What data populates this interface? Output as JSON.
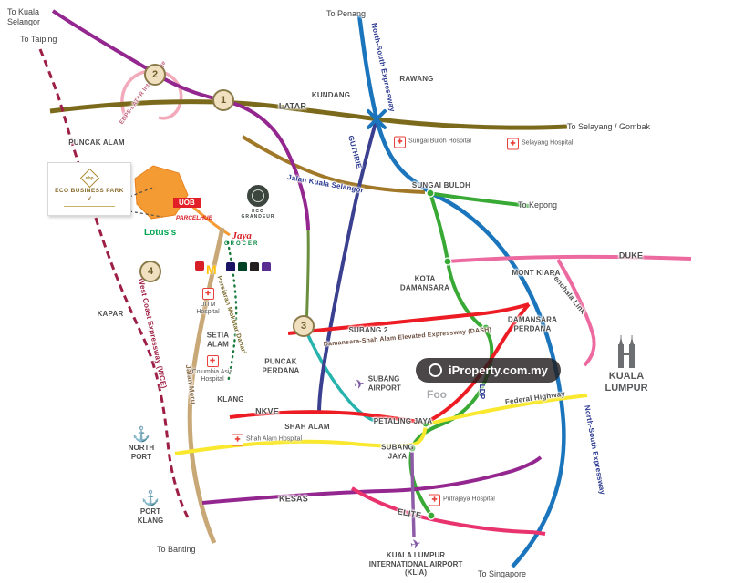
{
  "watermark": {
    "brand": "iProperty.com.my",
    "foo": "Foo"
  },
  "edges": {
    "kuala_selangor": "To Kuala Selangor",
    "taiping": "To Taiping",
    "penang": "To Penang",
    "selayang_gombak": "To Selayang / Gombak",
    "kepong": "To Kepong",
    "banting": "To Banting",
    "singapore": "To Singapore"
  },
  "roads": {
    "latar": "LATAR",
    "nse_top": "North-South Expressway",
    "nse_bottom": "North-South Expressway",
    "guthrie": "GUTHRIE",
    "jalan_kuala_selangor": "Jalan Kuala Selangor",
    "wce": "West Coast Expressway (WCE)",
    "persiaran_mokhtar_dahari": "Persiaran Mokhtar Dahari",
    "jalan_meru": "Jalan Meru",
    "dash": "Damansara-Shah Alam Elevated Expressway (DASH)",
    "nkve": "NKVE",
    "kesas": "KESAS",
    "elite": "ELITE",
    "federal_highway": "Federal Highway",
    "duke": "DUKE",
    "penchala_link": "Penchala Link",
    "ldp": "LDP",
    "ebp5_latar_interchange": "EBP5-LATAR Interchange"
  },
  "places": {
    "puncak_alam": "PUNCAK ALAM",
    "rawang": "RAWANG",
    "kundang": "KUNDANG",
    "sungai_buloh": "SUNGAI BULOH",
    "kota_damansara": "KOTA DAMANSARA",
    "mont_kiara": "MONT KIARA",
    "damansara_perdana": "DAMANSARA PERDANA",
    "kapar": "KAPAR",
    "setia_alam": "SETIA ALAM",
    "subang_2": "SUBANG 2",
    "puncak_perdana": "PUNCAK PERDANA",
    "klang": "KLANG",
    "shah_alam": "SHAH ALAM",
    "petaling_jaya": "PETALING JAYA",
    "subang_jaya": "SUBANG JAYA",
    "kuala_lumpur": "KUALA LUMPUR",
    "north_port": "NORTH PORT",
    "port_klang": "PORT KLANG"
  },
  "hospitals": {
    "sungai_buloh": "Sungai Buloh Hospital",
    "selayang": "Selayang Hospital",
    "uitm": "UITM Hospital",
    "columbia_asia": "Columbia Asia Hospital",
    "shah_alam": "Shah Alam Hospital",
    "putrajaya": "Putrajaya Hospital"
  },
  "airports": {
    "subang": "SUBANG AIRPORT",
    "klia": "KUALA LUMPUR INTERNATIONAL AIRPORT (KLIA)"
  },
  "markers": {
    "m1": "1",
    "m2": "2",
    "m3": "3",
    "m4": "4"
  },
  "logos": {
    "ebp_abbr": "ebp",
    "ebp_name": "ECO BUSINESS PARK V",
    "eco_grandeur": "ECO GRANDEUR",
    "uob": "UOB",
    "parcelhub": "PARCELHUB",
    "lotus": "Lotus's",
    "jaya": "Jaya",
    "grocer": "GROCER",
    "mcdonalds": "M"
  },
  "colors": {
    "nse_blue": "#1b75bc",
    "latar_olive": "#7c6a1c",
    "purple": "#93278f",
    "wce_maroon": "#9e1f45",
    "guthrie_navy": "#3a3f8f",
    "green": "#39a935",
    "duke_pink": "#ec6aa0",
    "expressway_red": "#ed1c24",
    "highway_yellow": "#f9e82e",
    "teal": "#27b3ad",
    "meru_tan": "#c9a877",
    "elite_red": "#e8336e",
    "klia_violet": "#8e5ba6",
    "site_orange": "#f49b33"
  }
}
